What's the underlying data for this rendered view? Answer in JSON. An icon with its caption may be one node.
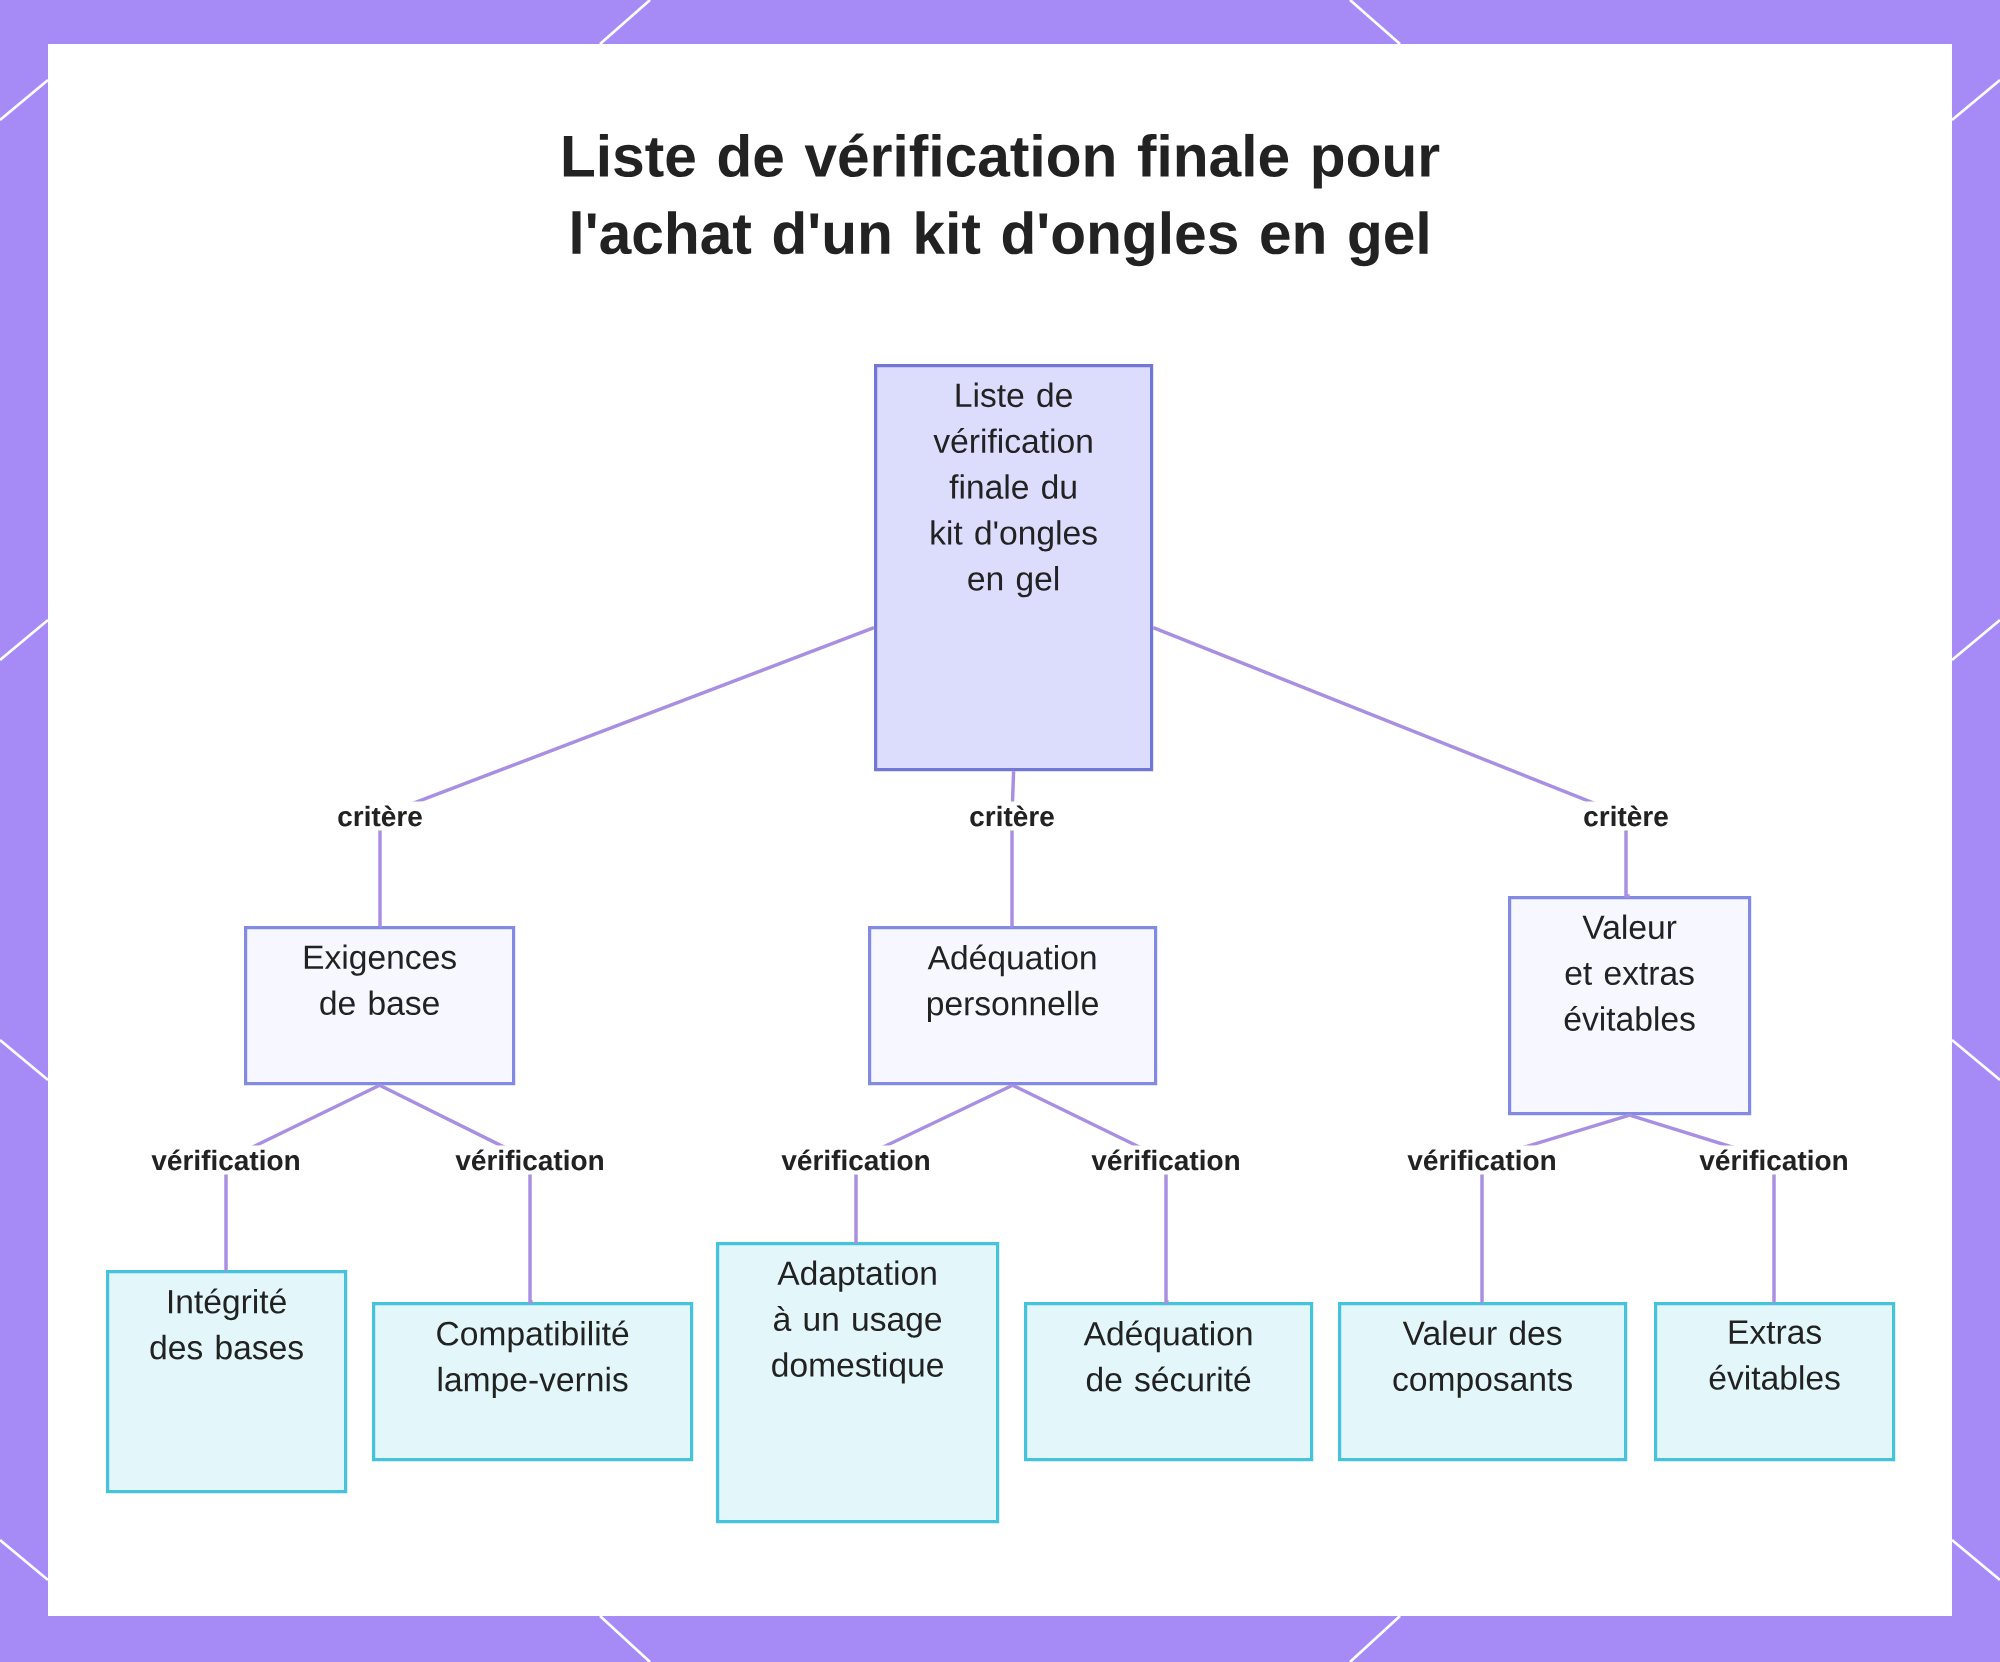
{
  "diagram": {
    "title": "Liste de vérification finale pour l'achat d'un kit d'ongles en gel",
    "nodes": [
      {
        "text": [
          "Liste de vérification finale du kit d'ongles en gel"
        ]
      },
      {
        "text": [
          "Exigences de base"
        ]
      },
      {
        "text": [
          "Adéquation personnelle"
        ]
      },
      {
        "text": [
          "Valeur et extras évitables"
        ]
      },
      {
        "text": [
          "Intégrité des bases"
        ]
      },
      {
        "text": [
          "Compatibilité lampe-vernis"
        ]
      },
      {
        "text": [
          "Adaptation à un usage domestique"
        ]
      },
      {
        "text": [
          "Adéquation de sécurité"
        ]
      },
      {
        "text": [
          "Valeur des composants"
        ]
      },
      {
        "text": [
          "Extras évitables"
        ]
      }
    ],
    "edges": [
      {
        "from": 0,
        "to": 1,
        "arrow": "none",
        "label": "critère"
      },
      {
        "from": 0,
        "to": 2,
        "arrow": "none",
        "label": "critère"
      },
      {
        "from": 0,
        "to": 3,
        "arrow": "none",
        "label": "critère"
      },
      {
        "from": 1,
        "to": 4,
        "arrow": "none",
        "label": "vérification"
      },
      {
        "from": 1,
        "to": 5,
        "arrow": "none",
        "label": "vérification"
      },
      {
        "from": 2,
        "to": 6,
        "arrow": "none",
        "label": "vérification"
      },
      {
        "from": 2,
        "to": 7,
        "arrow": "none",
        "label": "vérification"
      },
      {
        "from": 3,
        "to": 8,
        "arrow": "none",
        "label": "vérification"
      },
      {
        "from": 3,
        "to": 9,
        "arrow": "none",
        "label": "vérification"
      }
    ]
  }
}
